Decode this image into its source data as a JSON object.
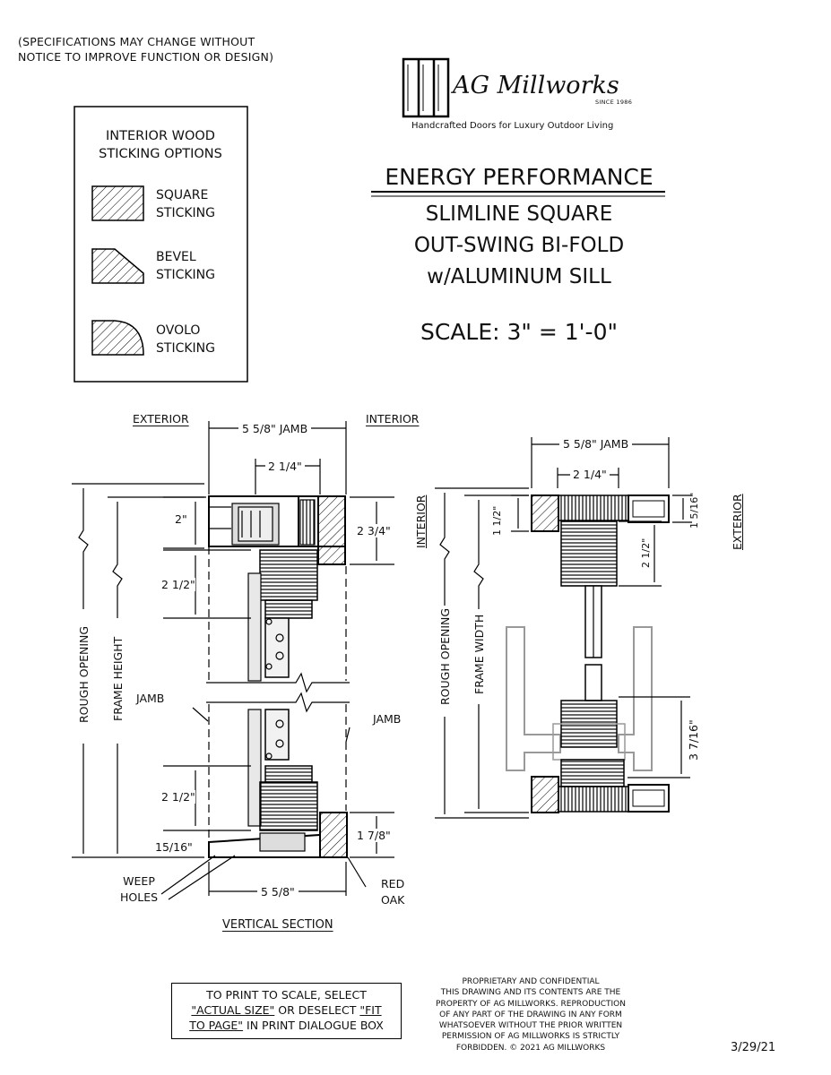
{
  "disclaimer": "(SPECIFICATIONS MAY CHANGE WITHOUT\nNOTICE TO IMPROVE FUNCTION OR DESIGN)",
  "brand": {
    "name": "AG Millworks",
    "since": "SINCE 1986",
    "tagline": "Handcrafted Doors for Luxury Outdoor Living"
  },
  "legend": {
    "title": "INTERIOR WOOD\nSTICKING OPTIONS",
    "items": [
      {
        "label": "SQUARE\nSTICKING"
      },
      {
        "label": "BEVEL\nSTICKING"
      },
      {
        "label": "OVOLO\nSTICKING"
      }
    ]
  },
  "title": {
    "main": "ENERGY PERFORMANCE",
    "line1": "SLIMLINE SQUARE",
    "line2": "OUT-SWING BI-FOLD",
    "line3": "w/ALUMINUM SILL",
    "scale": "SCALE: 3\" = 1'-0\""
  },
  "vertical_section": {
    "exterior": "EXTERIOR",
    "interior": "INTERIOR",
    "jamb_width": "5 5/8\" JAMB",
    "top_width": "2 1/4\"",
    "dim_2": "2\"",
    "dim_2_3_4": "2 3/4\"",
    "dim_2_1_2_top": "2 1/2\"",
    "dim_2_1_2_bottom": "2 1/2\"",
    "dim_1_7_8": "1 7/8\"",
    "dim_15_16": "15/16\"",
    "sill_width": "5 5/8\"",
    "rough_opening": "ROUGH OPENING",
    "frame_height": "FRAME HEIGHT",
    "jamb_left": "JAMB",
    "jamb_right": "JAMB",
    "weep_holes": "WEEP\nHOLES",
    "red_oak": "RED\nOAK",
    "caption": "VERTICAL SECTION"
  },
  "horizontal_section": {
    "interior": "INTERIOR",
    "exterior": "EXTERIOR",
    "jamb_width": "5 5/8\" JAMB",
    "top_width": "2 1/4\"",
    "dim_left": "1 1/2\"",
    "dim_right": "1 5/16\"",
    "dim_mid": "2 1/2\"",
    "dim_3_7_16": "3 7/16\"",
    "rough_opening": "ROUGH OPENING",
    "frame_width": "FRAME WIDTH"
  },
  "print_note": {
    "p1": "TO PRINT TO SCALE, SELECT",
    "actual": "\"ACTUAL SIZE\"",
    "p2": " OR DESELECT ",
    "fit1": "\"FIT",
    "fit2": "TO PAGE\"",
    "p3": " IN PRINT DIALOGUE BOX"
  },
  "proprietary": "PROPRIETARY AND CONFIDENTIAL\nTHIS DRAWING AND ITS CONTENTS ARE THE\nPROPERTY OF AG MILLWORKS.  REPRODUCTION\nOF ANY PART OF THE DRAWING IN ANY FORM\nWHATSOEVER WITHOUT THE PRIOR WRITTEN\nPERMISSION OF AG MILLWORKS IS STRICTLY\nFORBIDDEN.  © 2021 AG MILLWORKS",
  "date": "3/29/21"
}
